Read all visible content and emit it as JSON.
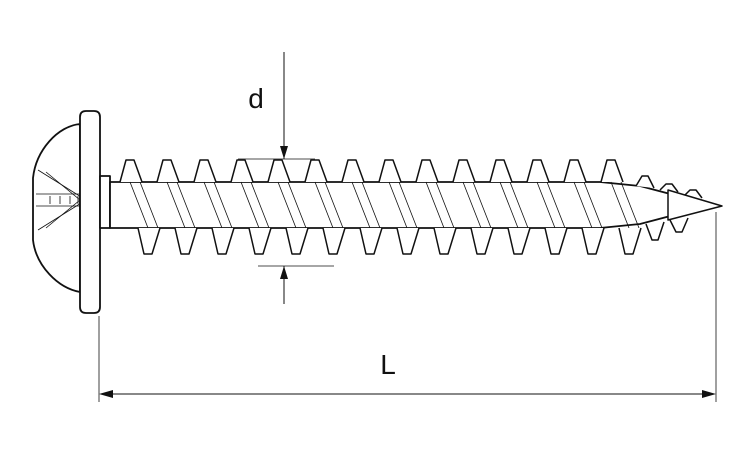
{
  "drawing": {
    "diameter_label": "d",
    "length_label": "L",
    "colors": {
      "line": "#111111",
      "background": "#ffffff"
    },
    "part_type": "pan-head wood screw with washer collar and star/cross drive"
  }
}
